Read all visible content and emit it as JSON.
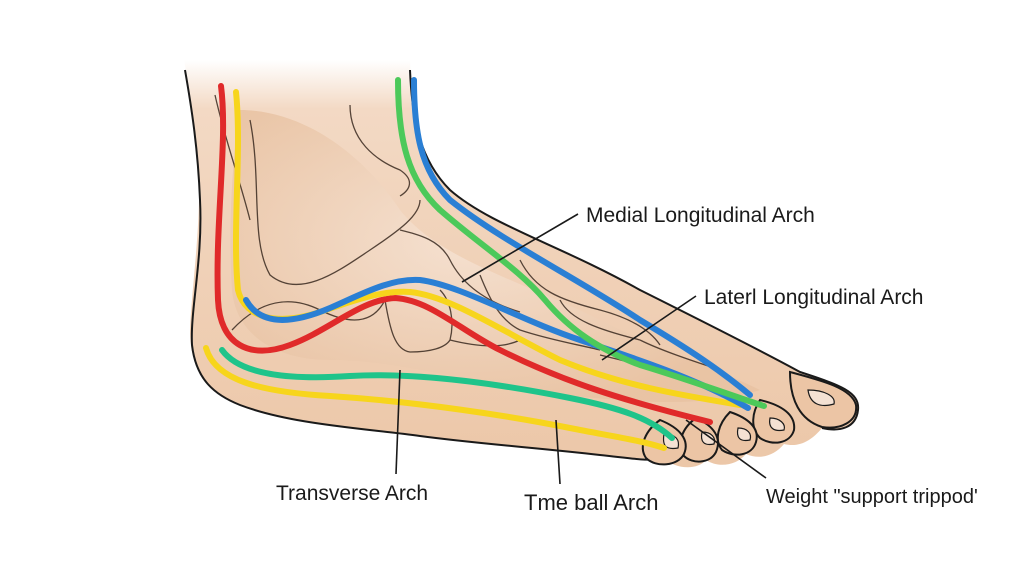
{
  "diagram": {
    "subject": "Foot arches anatomy illustration",
    "labels": {
      "medial": "Medial Longitudinal Arch",
      "lateral": "Laterl Longitudinal Arch",
      "transverse": "Transverse Arch",
      "ball": "Tme ball Arch",
      "tripod": "Weight \"support trippod'"
    },
    "colors": {
      "skin": "#e9c4a4",
      "skin_light": "#f3dccb",
      "skin_shadow": "#d9a57f",
      "bone": "#e7cdb8",
      "outline": "#1a1a1a",
      "red": "#e02a2a",
      "yellow": "#f7d51c",
      "blue": "#2a7fd4",
      "green": "#4cc95a",
      "teal": "#1fc48a"
    }
  }
}
